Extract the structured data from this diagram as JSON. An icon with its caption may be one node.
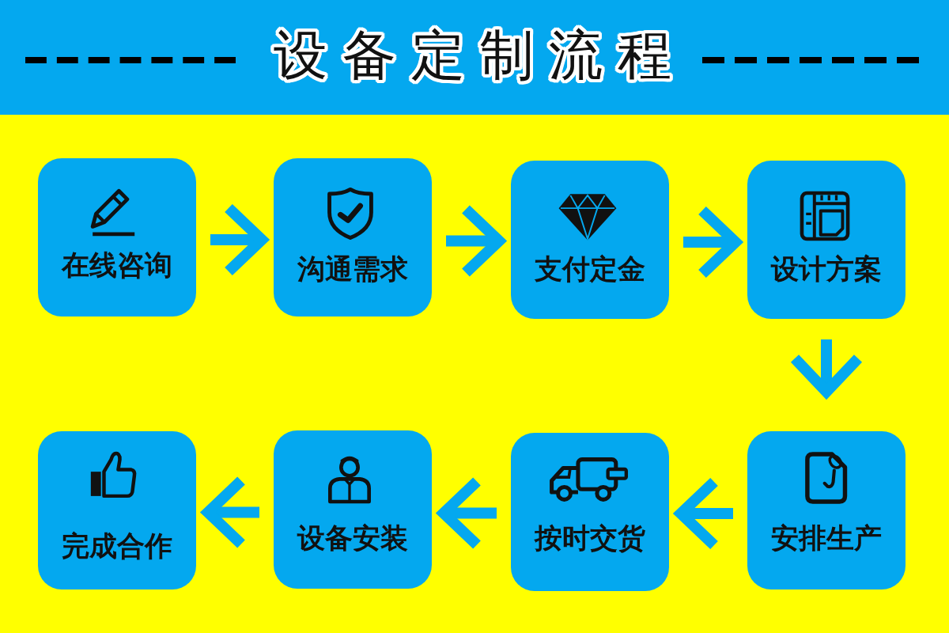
{
  "diagram": {
    "title": "设备定制流程",
    "nodes": [
      {
        "text": [
          "在线咨询"
        ]
      },
      {
        "text": [
          "沟通需求"
        ]
      },
      {
        "text": [
          "支付定金"
        ]
      },
      {
        "text": [
          "设计方案"
        ]
      },
      {
        "text": [
          "安排生产"
        ]
      },
      {
        "text": [
          "按时交货"
        ]
      },
      {
        "text": [
          "设备安装"
        ]
      },
      {
        "text": [
          "完成合作"
        ]
      }
    ],
    "edges": [
      {
        "from": 0,
        "to": 1,
        "arrow": "to"
      },
      {
        "from": 1,
        "to": 2,
        "arrow": "to"
      },
      {
        "from": 2,
        "to": 3,
        "arrow": "to"
      },
      {
        "from": 3,
        "to": 4,
        "arrow": "to"
      },
      {
        "from": 4,
        "to": 5,
        "arrow": "to"
      },
      {
        "from": 5,
        "to": 6,
        "arrow": "to"
      },
      {
        "from": 6,
        "to": 7,
        "arrow": "to"
      }
    ]
  }
}
